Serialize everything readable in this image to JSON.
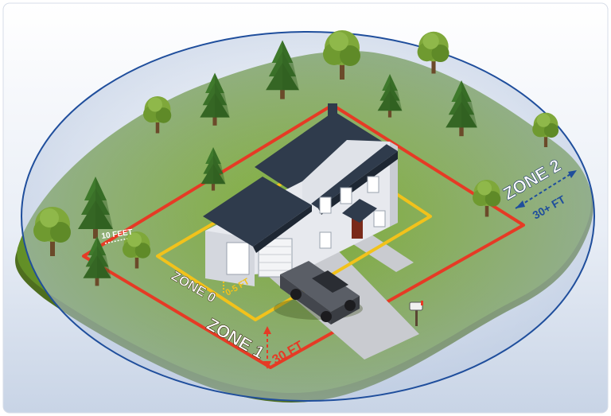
{
  "zones": {
    "zone0": {
      "title": "ZONE 0",
      "distance": "0-5 FT"
    },
    "zone1": {
      "title": "ZONE 1",
      "distance": "30 FT"
    },
    "zone2": {
      "title": "ZONE 2",
      "distance": "30+ FT"
    }
  },
  "tree_spacing": {
    "label": "10 FEET"
  },
  "colors": {
    "zone0": "#f2c21b",
    "zone1": "#e63a25",
    "zone2": "#1f4e9c",
    "grass": "#6f9b2c",
    "ground_edge": "#4c6a1e",
    "roof": "#2f3b4c",
    "siding": "#e7e9ee",
    "door": "#7a2a1a",
    "truck": "#5a5e66"
  },
  "icons": [
    "tree-icon",
    "house-icon",
    "truck-icon",
    "mailbox-icon"
  ]
}
